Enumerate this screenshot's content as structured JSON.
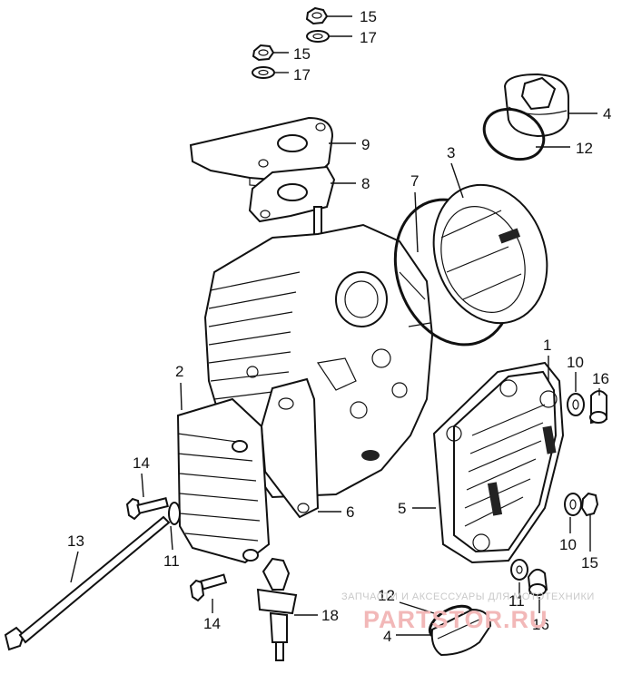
{
  "labels": {
    "l1": "1",
    "l2": "2",
    "l3": "3",
    "l4a": "4",
    "l4b": "4",
    "l5": "5",
    "l6": "6",
    "l7": "7",
    "l8": "8",
    "l9": "9",
    "l10a": "10",
    "l10b": "10",
    "l11a": "11",
    "l11b": "11",
    "l12a": "12",
    "l12b": "12",
    "l13": "13",
    "l14a": "14",
    "l14b": "14",
    "l15a": "15",
    "l15b": "15",
    "l15c": "15",
    "l16a": "16",
    "l16b": "16",
    "l17a": "17",
    "l17b": "17",
    "l18": "18"
  },
  "watermark": {
    "caption": "ЗАПЧАСТИ И АКСЕССУАРЫ ДЛЯ МОТОТЕХНИКИ",
    "brand": "PARTSTOR.RU"
  }
}
